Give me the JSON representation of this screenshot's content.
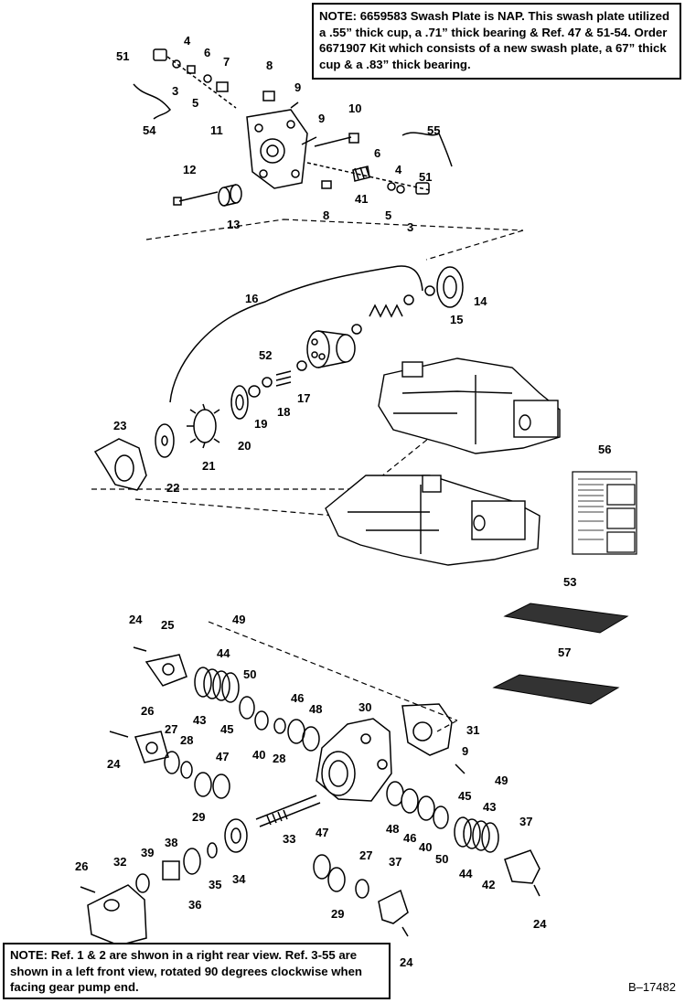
{
  "notes": {
    "top": "NOTE: 6659583 Swash Plate is NAP. This swash plate utilized a .55” thick cup, a .71” thick bearing & Ref. 47 & 51-54. Order 6671907 Kit which consists of a new swash plate, a 67” thick cup & a .83” thick bearing.",
    "bottom": "NOTE: Ref. 1 & 2 are shwon in a right rear view. Ref. 3-55 are shown in a left front view, rotated 90 degrees clockwise when facing gear pump end."
  },
  "figure_id": "B–17482",
  "callouts": [
    "51",
    "4",
    "6",
    "7",
    "3",
    "5",
    "8",
    "9",
    "54",
    "11",
    "9",
    "10",
    "55",
    "12",
    "13",
    "8",
    "6",
    "4",
    "51",
    "41",
    "5",
    "3",
    "16",
    "14",
    "15",
    "52",
    "17",
    "18",
    "19",
    "20",
    "23",
    "21",
    "22",
    "56",
    "53",
    "57",
    "24",
    "25",
    "49",
    "44",
    "50",
    "43",
    "45",
    "46",
    "48",
    "30",
    "26",
    "27",
    "28",
    "40",
    "28",
    "31",
    "24",
    "47",
    "29",
    "9",
    "49",
    "45",
    "43",
    "37",
    "48",
    "46",
    "40",
    "50",
    "33",
    "47",
    "27",
    "37",
    "38",
    "39",
    "32",
    "26",
    "35",
    "34",
    "36",
    "29",
    "44",
    "42",
    "24",
    "24"
  ]
}
